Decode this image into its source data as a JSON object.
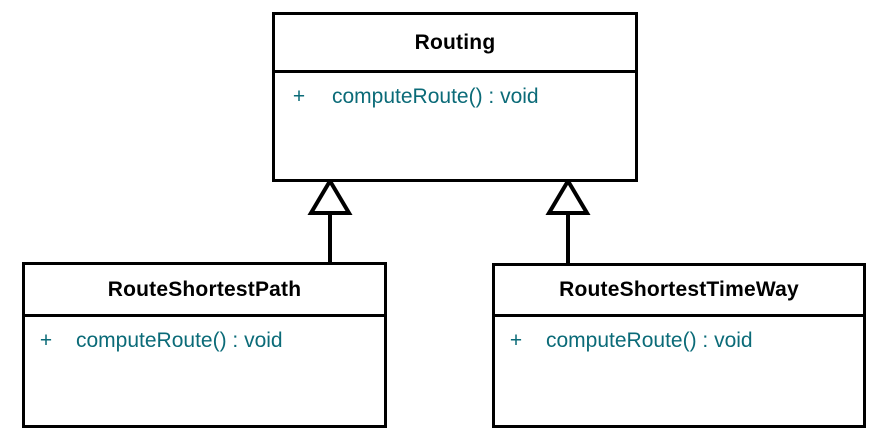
{
  "diagram": {
    "type": "uml-class-diagram",
    "background_color": "#ffffff",
    "line_color": "#000000",
    "title_color": "#000000",
    "member_color": "#0b6b78",
    "relationship": "generalization"
  },
  "classes": [
    {
      "id": "routing",
      "name": "Routing",
      "role": "superclass",
      "members": [
        {
          "visibility": "+",
          "signature": "computeRoute() : void"
        }
      ]
    },
    {
      "id": "route-shortest-path",
      "name": "RouteShortestPath",
      "role": "subclass",
      "members": [
        {
          "visibility": "+",
          "signature": "computeRoute() : void"
        }
      ]
    },
    {
      "id": "route-shortest-time-way",
      "name": "RouteShortestTimeWay",
      "role": "subclass",
      "members": [
        {
          "visibility": "+",
          "signature": "computeRoute() : void"
        }
      ]
    }
  ],
  "relationships": [
    {
      "kind": "generalization",
      "from": "RouteShortestPath",
      "to": "Routing"
    },
    {
      "kind": "generalization",
      "from": "RouteShortestTimeWay",
      "to": "Routing"
    }
  ]
}
